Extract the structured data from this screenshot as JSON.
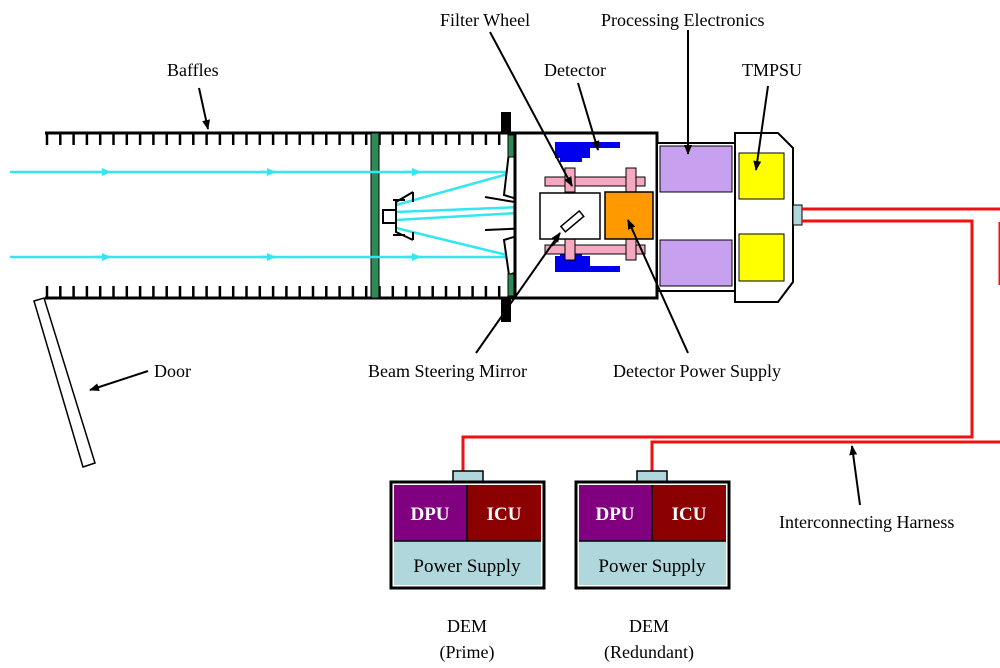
{
  "labels": {
    "baffles": "Baffles",
    "filter_wheel": "Filter Wheel",
    "processing_electronics": "Processing Electronics",
    "detector": "Detector",
    "tmpsu": "TMPSU",
    "door": "Door",
    "beam_steering_mirror": "Beam Steering Mirror",
    "detector_power_supply": "Detector Power Supply",
    "interconnecting_harness": "Interconnecting Harness"
  },
  "dem_units": [
    {
      "dpu": "DPU",
      "icu": "ICU",
      "power_supply": "Power Supply",
      "name": "DEM",
      "role": "(Prime)"
    },
    {
      "dpu": "DPU",
      "icu": "ICU",
      "power_supply": "Power Supply",
      "name": "DEM",
      "role": "(Redundant)"
    }
  ],
  "colors": {
    "light_ray": "#33e6f0",
    "baffle": "#000000",
    "harness": "#ee1111",
    "green_structure": "#2e8b57",
    "filter_pink": "#f4a9c0",
    "detector_blue": "#0000ee",
    "detector_power_orange": "#ff9900",
    "processing_purple": "#c8a0f0",
    "tmpsu_yellow": "#ffff00",
    "dpu_purple": "#800080",
    "icu_maroon": "#8b0000",
    "power_supply_blue": "#b0d8dc"
  }
}
